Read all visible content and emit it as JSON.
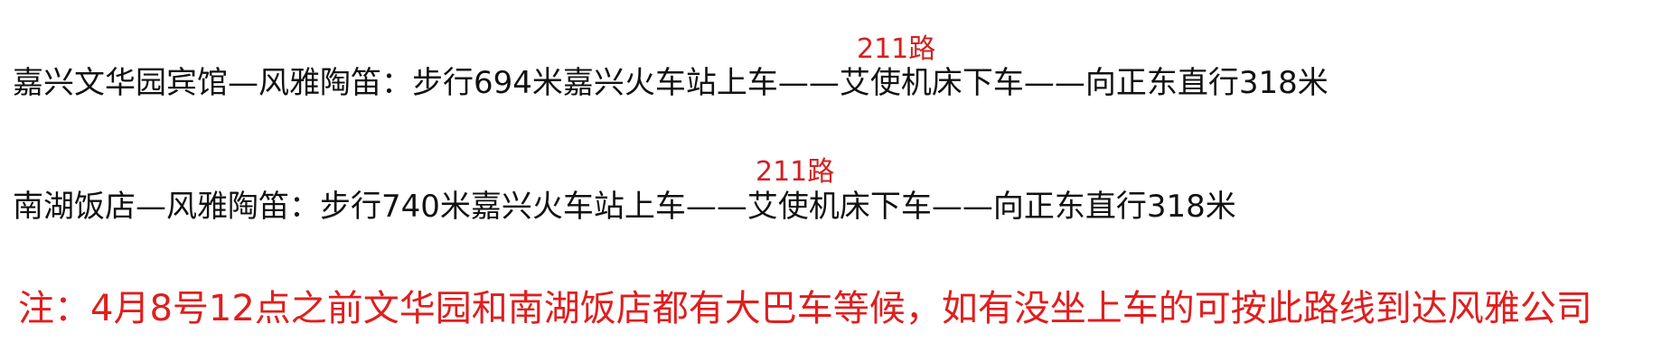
{
  "routes": [
    {
      "bus_number": "211路",
      "text": "嘉兴文华园宾馆—风雅陶笛：步行694米嘉兴火车站上车——艾使机床下车——向正东直行318米"
    },
    {
      "bus_number": "211路",
      "text": "南湖饭店—风雅陶笛：步行740米嘉兴火车站上车——艾使机床下车——向正东直行318米"
    }
  ],
  "note": "注：4月8号12点之前文华园和南湖饭店都有大巴车等候，如有没坐上车的可按此路线到达风雅公司",
  "colors": {
    "body_text": "#111111",
    "highlight_red": "#d42020",
    "note_red": "#e01e1e",
    "background": "#ffffff"
  }
}
